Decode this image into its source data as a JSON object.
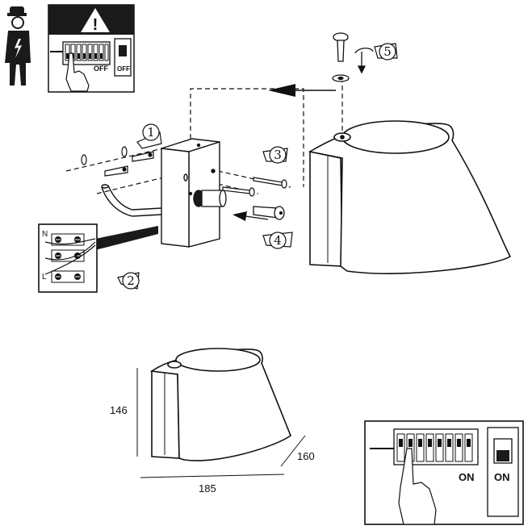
{
  "panels": {
    "safety_top": {
      "warning_symbol": "!",
      "breaker_state": "OFF",
      "switch_state": "OFF"
    },
    "safety_bottom": {
      "breaker_state": "ON",
      "switch_state": "ON"
    }
  },
  "steps": [
    "1",
    "2",
    "3",
    "4",
    "5"
  ],
  "terminal_labels": [
    "N",
    "L"
  ],
  "dimensions": {
    "height": "146",
    "depth": "160",
    "width": "185"
  },
  "colors": {
    "line": "#111111",
    "fill_dark": "#1a1a1a",
    "fill_light": "#ffffff",
    "hatch": "#444444"
  }
}
